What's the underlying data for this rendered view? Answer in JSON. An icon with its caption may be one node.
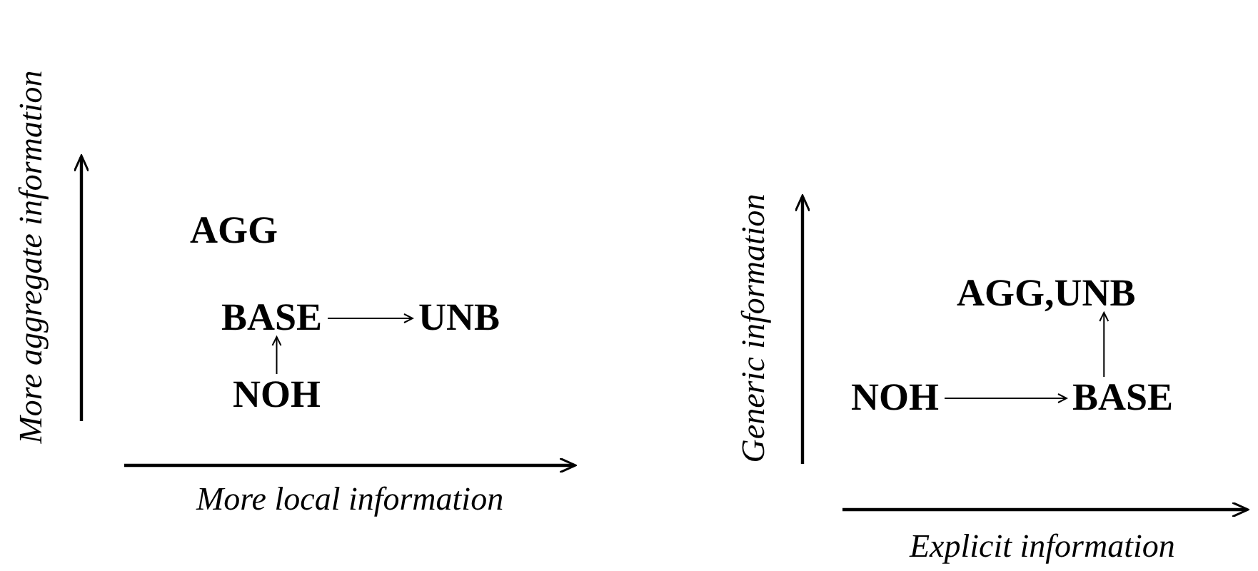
{
  "diagram": {
    "nodes": [
      {
        "text": [
          "AGG"
        ]
      },
      {
        "text": [
          "BASE"
        ]
      },
      {
        "text": [
          "UNB"
        ]
      },
      {
        "text": [
          "NOH"
        ]
      },
      {
        "text": [
          "AGG,UNB"
        ]
      },
      {
        "text": [
          "NOH"
        ]
      },
      {
        "text": [
          "BASE"
        ]
      }
    ],
    "edges": [
      {
        "from": 1,
        "to": 2,
        "arrow": "to"
      },
      {
        "from": 3,
        "to": 1,
        "arrow": "to"
      },
      {
        "from": 5,
        "to": 6,
        "arrow": "to"
      },
      {
        "from": 6,
        "to": 4,
        "arrow": "to"
      }
    ],
    "labels": [
      "More aggregate information",
      "More local information",
      "Generic information",
      "Explicit information"
    ]
  }
}
